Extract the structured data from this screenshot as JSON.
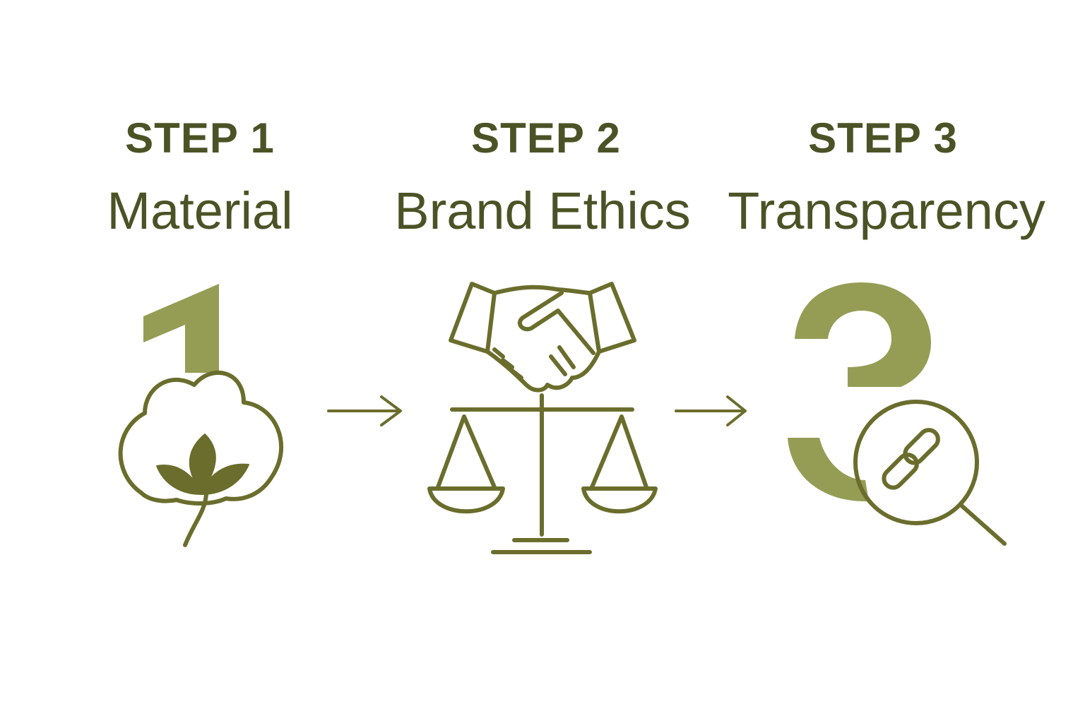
{
  "steps": [
    {
      "label": "STEP 1",
      "title": "Material",
      "icon": "cotton-icon",
      "number": "1"
    },
    {
      "label": "STEP 2",
      "title": "Brand Ethics",
      "icon": "handshake-scales-icon"
    },
    {
      "label": "STEP 3",
      "title": "Transparency",
      "icon": "magnifier-chain-icon",
      "number": "3"
    }
  ],
  "colors": {
    "text": "#4b5326",
    "stroke": "#6b6d2c",
    "number": "#959d55"
  }
}
